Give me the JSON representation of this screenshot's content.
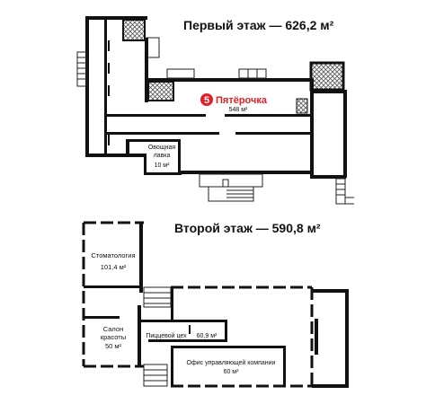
{
  "floor1": {
    "title": "Первый этаж — 626,2 м²",
    "store": {
      "name": "Пятёрочка",
      "area": "548 м²",
      "logo_digit": "5"
    },
    "veg_shop": {
      "line1": "Овощная",
      "line2": "лавка",
      "area": "10 м²"
    }
  },
  "floor2": {
    "title": "Второй этаж — 590,8 м²",
    "dental": {
      "name": "Стоматология",
      "area": "101,4 м²"
    },
    "salon": {
      "line1": "Салон",
      "line2": "красоты",
      "area": "50 м²"
    },
    "pizza": {
      "name": "Пиццевой цех",
      "area": "60,9 м²"
    },
    "office": {
      "name": "Офис управляющей компании",
      "area": "60 м²"
    }
  },
  "colors": {
    "brand_red": "#e31e24",
    "wall": "#111111",
    "hatch": "#555555"
  }
}
